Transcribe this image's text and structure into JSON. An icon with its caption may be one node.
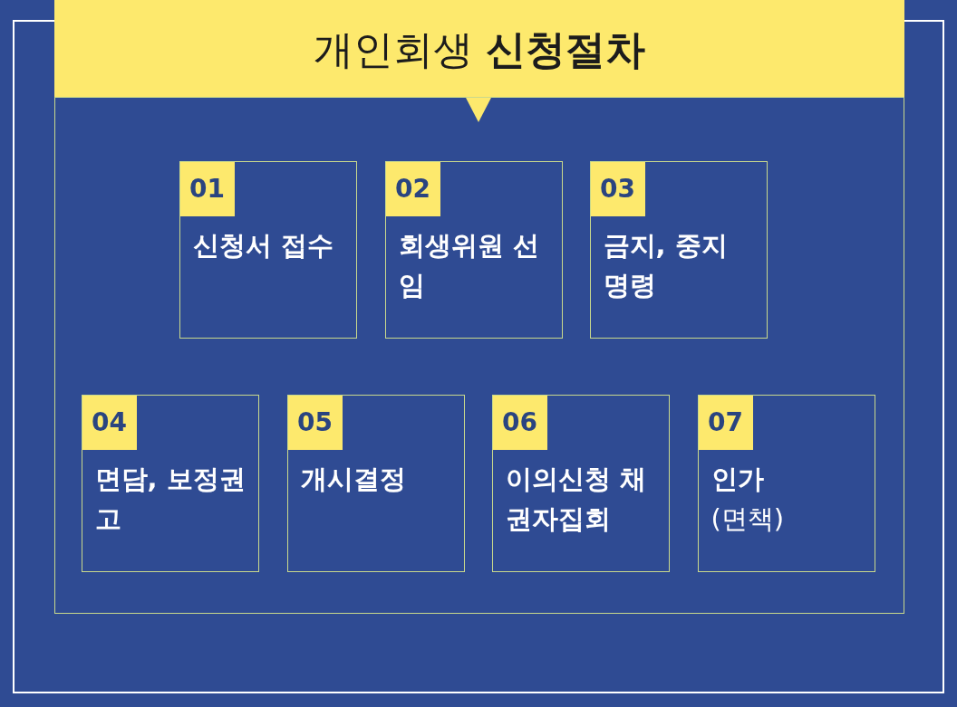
{
  "diagram": {
    "title": "개인회생 **신청절차**",
    "nodes": [
      {
        "text": [],
        "shape": "box"
      },
      {
        "text": [
          "01",
          "신청서 접수"
        ],
        "in": 0
      },
      {
        "text": [
          "02",
          "회생위원 선임"
        ],
        "in": 0
      },
      {
        "text": [
          "03",
          "금지, 중지 명령"
        ],
        "in": 0
      },
      {
        "text": [
          "04",
          "면담, 보정권고"
        ],
        "in": 0
      },
      {
        "text": [
          "05",
          "개시결정"
        ],
        "in": 0
      },
      {
        "text": [
          "06",
          "이의신청 채권자집회"
        ],
        "in": 0
      },
      {
        "text": [
          "07",
          "인가",
          "(면책)"
        ],
        "in": 0
      }
    ]
  }
}
